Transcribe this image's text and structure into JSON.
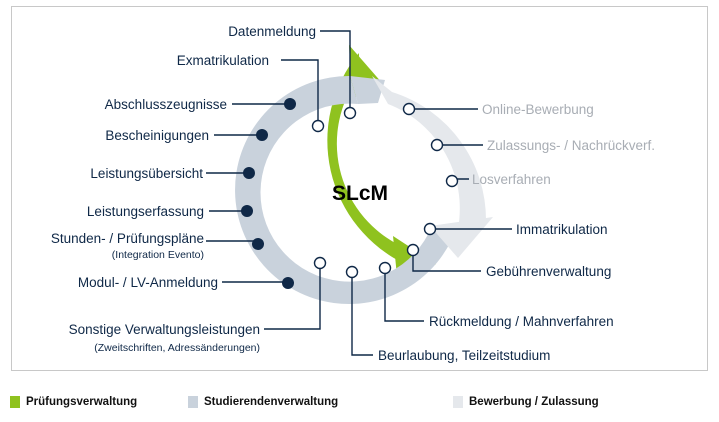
{
  "center_label": "SLcM",
  "colors": {
    "green": "#8fc21f",
    "blue_grey": "#c9d2dc",
    "light_grey": "#e5e8ec",
    "navy": "#0f2847",
    "grey_text": "#a8adb4"
  },
  "labels": {
    "datenmeldung": "Datenmeldung",
    "exmatrikulation": "Exmatrikulation",
    "abschlusszeugnisse": "Abschlusszeugnisse",
    "bescheinigungen": "Bescheinigungen",
    "leistungsuebersicht": "Leistungsübersicht",
    "leistungserfassung": "Leistungserfassung",
    "stundenplaene": "Stunden- / Prüfungspläne",
    "stundenplaene_sub": "(Integration Evento)",
    "modul_anmeldung": "Modul- / LV-Anmeldung",
    "sonstige": "Sonstige Verwaltungsleistungen",
    "sonstige_sub": "(Zweitschriften, Adressänderungen)",
    "beurlaubung": "Beurlaubung, Teilzeitstudium",
    "rueckmeldung": "Rückmeldung / Mahnverfahren",
    "gebuehren": "Gebührenverwaltung",
    "immatrikulation": "Immatrikulation",
    "losverfahren": "Losverfahren",
    "zulassung": "Zulassungs- / Nachrückverf.",
    "online_bewerbung": "Online-Bewerbung"
  },
  "legend": [
    {
      "label": "Prüfungsverwaltung",
      "color": "#8fc21f"
    },
    {
      "label": "Studierendenverwaltung",
      "color": "#c9d2dc"
    },
    {
      "label": "Bewerbung / Zulassung",
      "color": "#e5e8ec"
    }
  ]
}
